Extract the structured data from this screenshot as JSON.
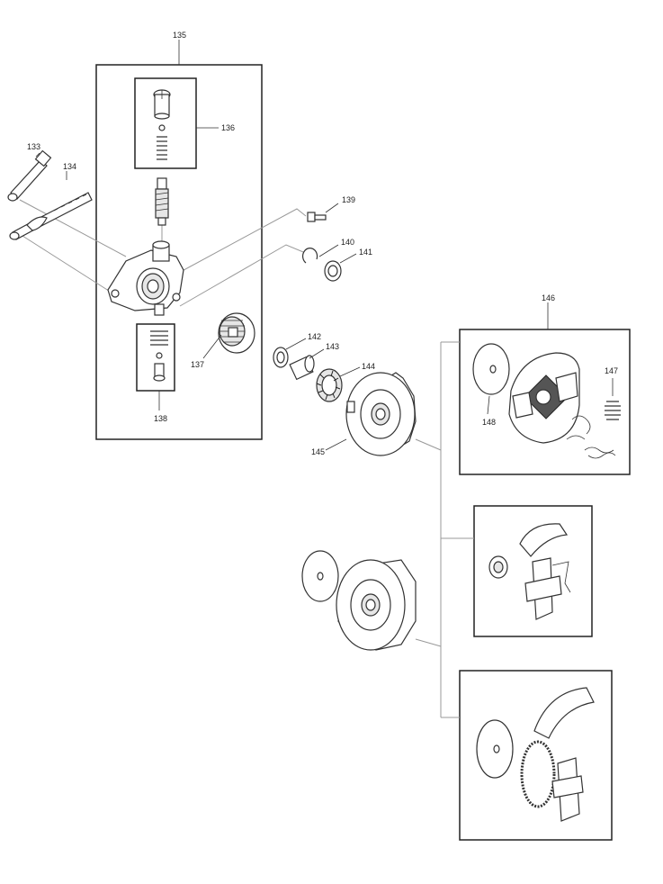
{
  "labels": {
    "p133": "133",
    "p134": "134",
    "p135": "135",
    "p136": "136",
    "p137": "137",
    "p138": "138",
    "p139": "139",
    "p140": "140",
    "p141": "141",
    "p142": "142",
    "p143": "143",
    "p144": "144",
    "p145": "145",
    "p146": "146",
    "p147": "147",
    "p148": "148"
  }
}
